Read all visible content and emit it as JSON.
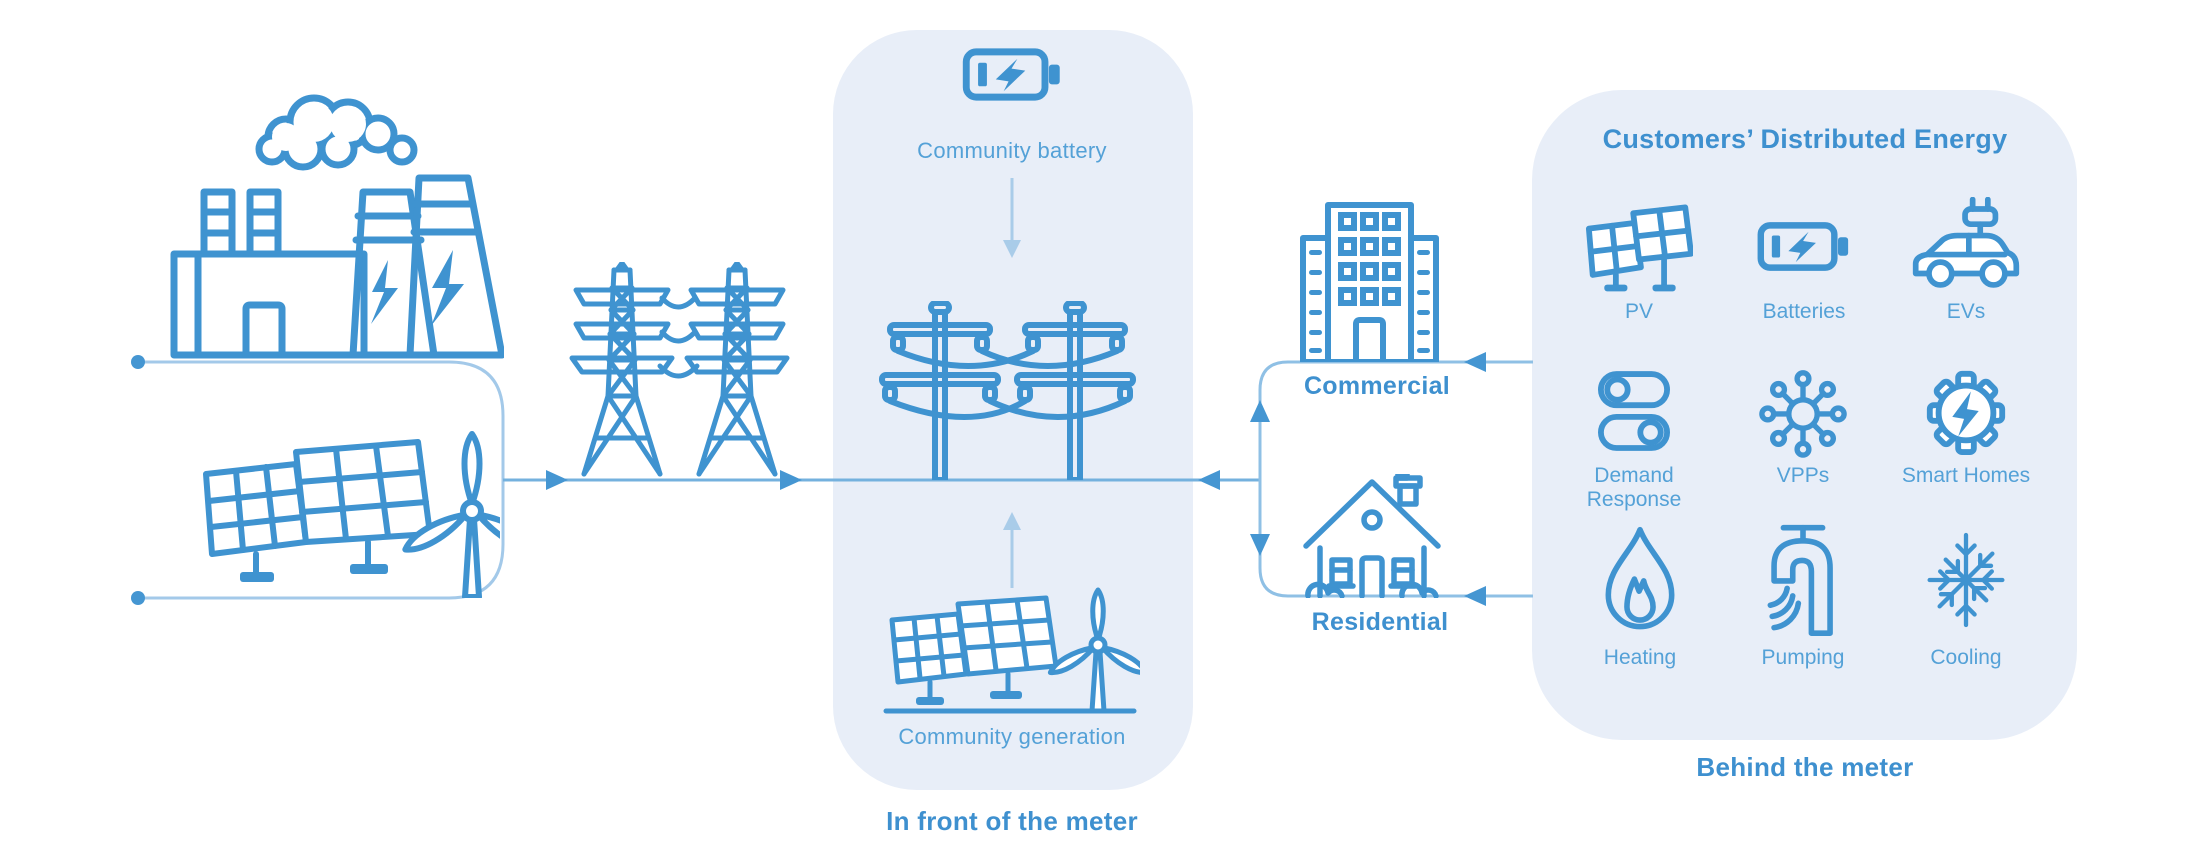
{
  "colors": {
    "icon_stroke": "#3f93d0",
    "label_text": "#54a1d7",
    "heading_text": "#3e90cf",
    "panel_fill": "#e8eef8",
    "line_light": "#a3c9e9",
    "line_bus": "#74b1de",
    "line_branch": "#8fc0e5",
    "arrow_fill": "#4596d2"
  },
  "front_of_meter": {
    "battery_label": "Community battery",
    "generation_label": "Community generation",
    "caption": "In front of the meter"
  },
  "customers": {
    "commercial": "Commercial",
    "residential": "Residential"
  },
  "behind_meter": {
    "title": "Customers’ Distributed Energy",
    "caption": "Behind the meter",
    "items": [
      {
        "label": "PV",
        "icon": "solar-pv-icon"
      },
      {
        "label": "Batteries",
        "icon": "battery-icon"
      },
      {
        "label": "EVs",
        "icon": "ev-car-icon"
      },
      {
        "label": "Demand Response",
        "icon": "toggles-icon"
      },
      {
        "label": "VPPs",
        "icon": "network-hub-icon"
      },
      {
        "label": "Smart Homes",
        "icon": "gear-bolt-icon"
      },
      {
        "label": "Heating",
        "icon": "flame-icon"
      },
      {
        "label": "Pumping",
        "icon": "tap-icon"
      },
      {
        "label": "Cooling",
        "icon": "snowflake-icon"
      }
    ]
  }
}
